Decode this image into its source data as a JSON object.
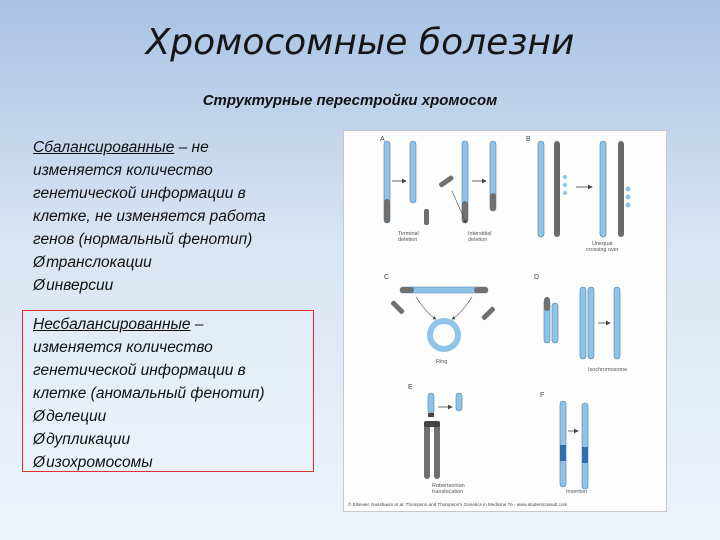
{
  "title": "Хромосомные болезни",
  "subtitle": "Структурные перестройки хромосом",
  "balanced": {
    "heading": "Сбалансированные",
    "dash": " – не",
    "lines": [
      "изменяется количество",
      "генетической информации в",
      "клетке, не изменяется работа",
      "генов (нормальный фенотип)"
    ],
    "items": [
      "транслокации",
      "инверсии"
    ]
  },
  "unbalanced": {
    "heading": "Несбалансированные",
    "dash": " –",
    "lines": [
      "изменяется количество",
      "генетической информации в",
      "клетке (аномальный фенотип)"
    ],
    "items": [
      "делеции",
      "дупликации",
      "изохромосомы"
    ]
  },
  "figure": {
    "panels": [
      "A",
      "B",
      "C",
      "D",
      "E",
      "F"
    ],
    "captions": {
      "terminal": [
        "Terminal",
        "deletion"
      ],
      "interstitial": [
        "Interstitial",
        "deletion"
      ],
      "unequal": [
        "Unequal",
        "crossing over"
      ],
      "ring": "Ring",
      "isochromosome": "Isochromosome",
      "robertsonian": [
        "Robertsonian",
        "translocation"
      ],
      "insertion": "Insertion"
    },
    "credit": "© Elsevier. Nussbaum et al: Thompson and Thompson's Genetics in Medicine 7e - www.studentconsult.com"
  },
  "colors": {
    "chromosome": "#8fc4e8",
    "chromosome_dark": "#5a5a5a",
    "accent": "#e03030"
  }
}
